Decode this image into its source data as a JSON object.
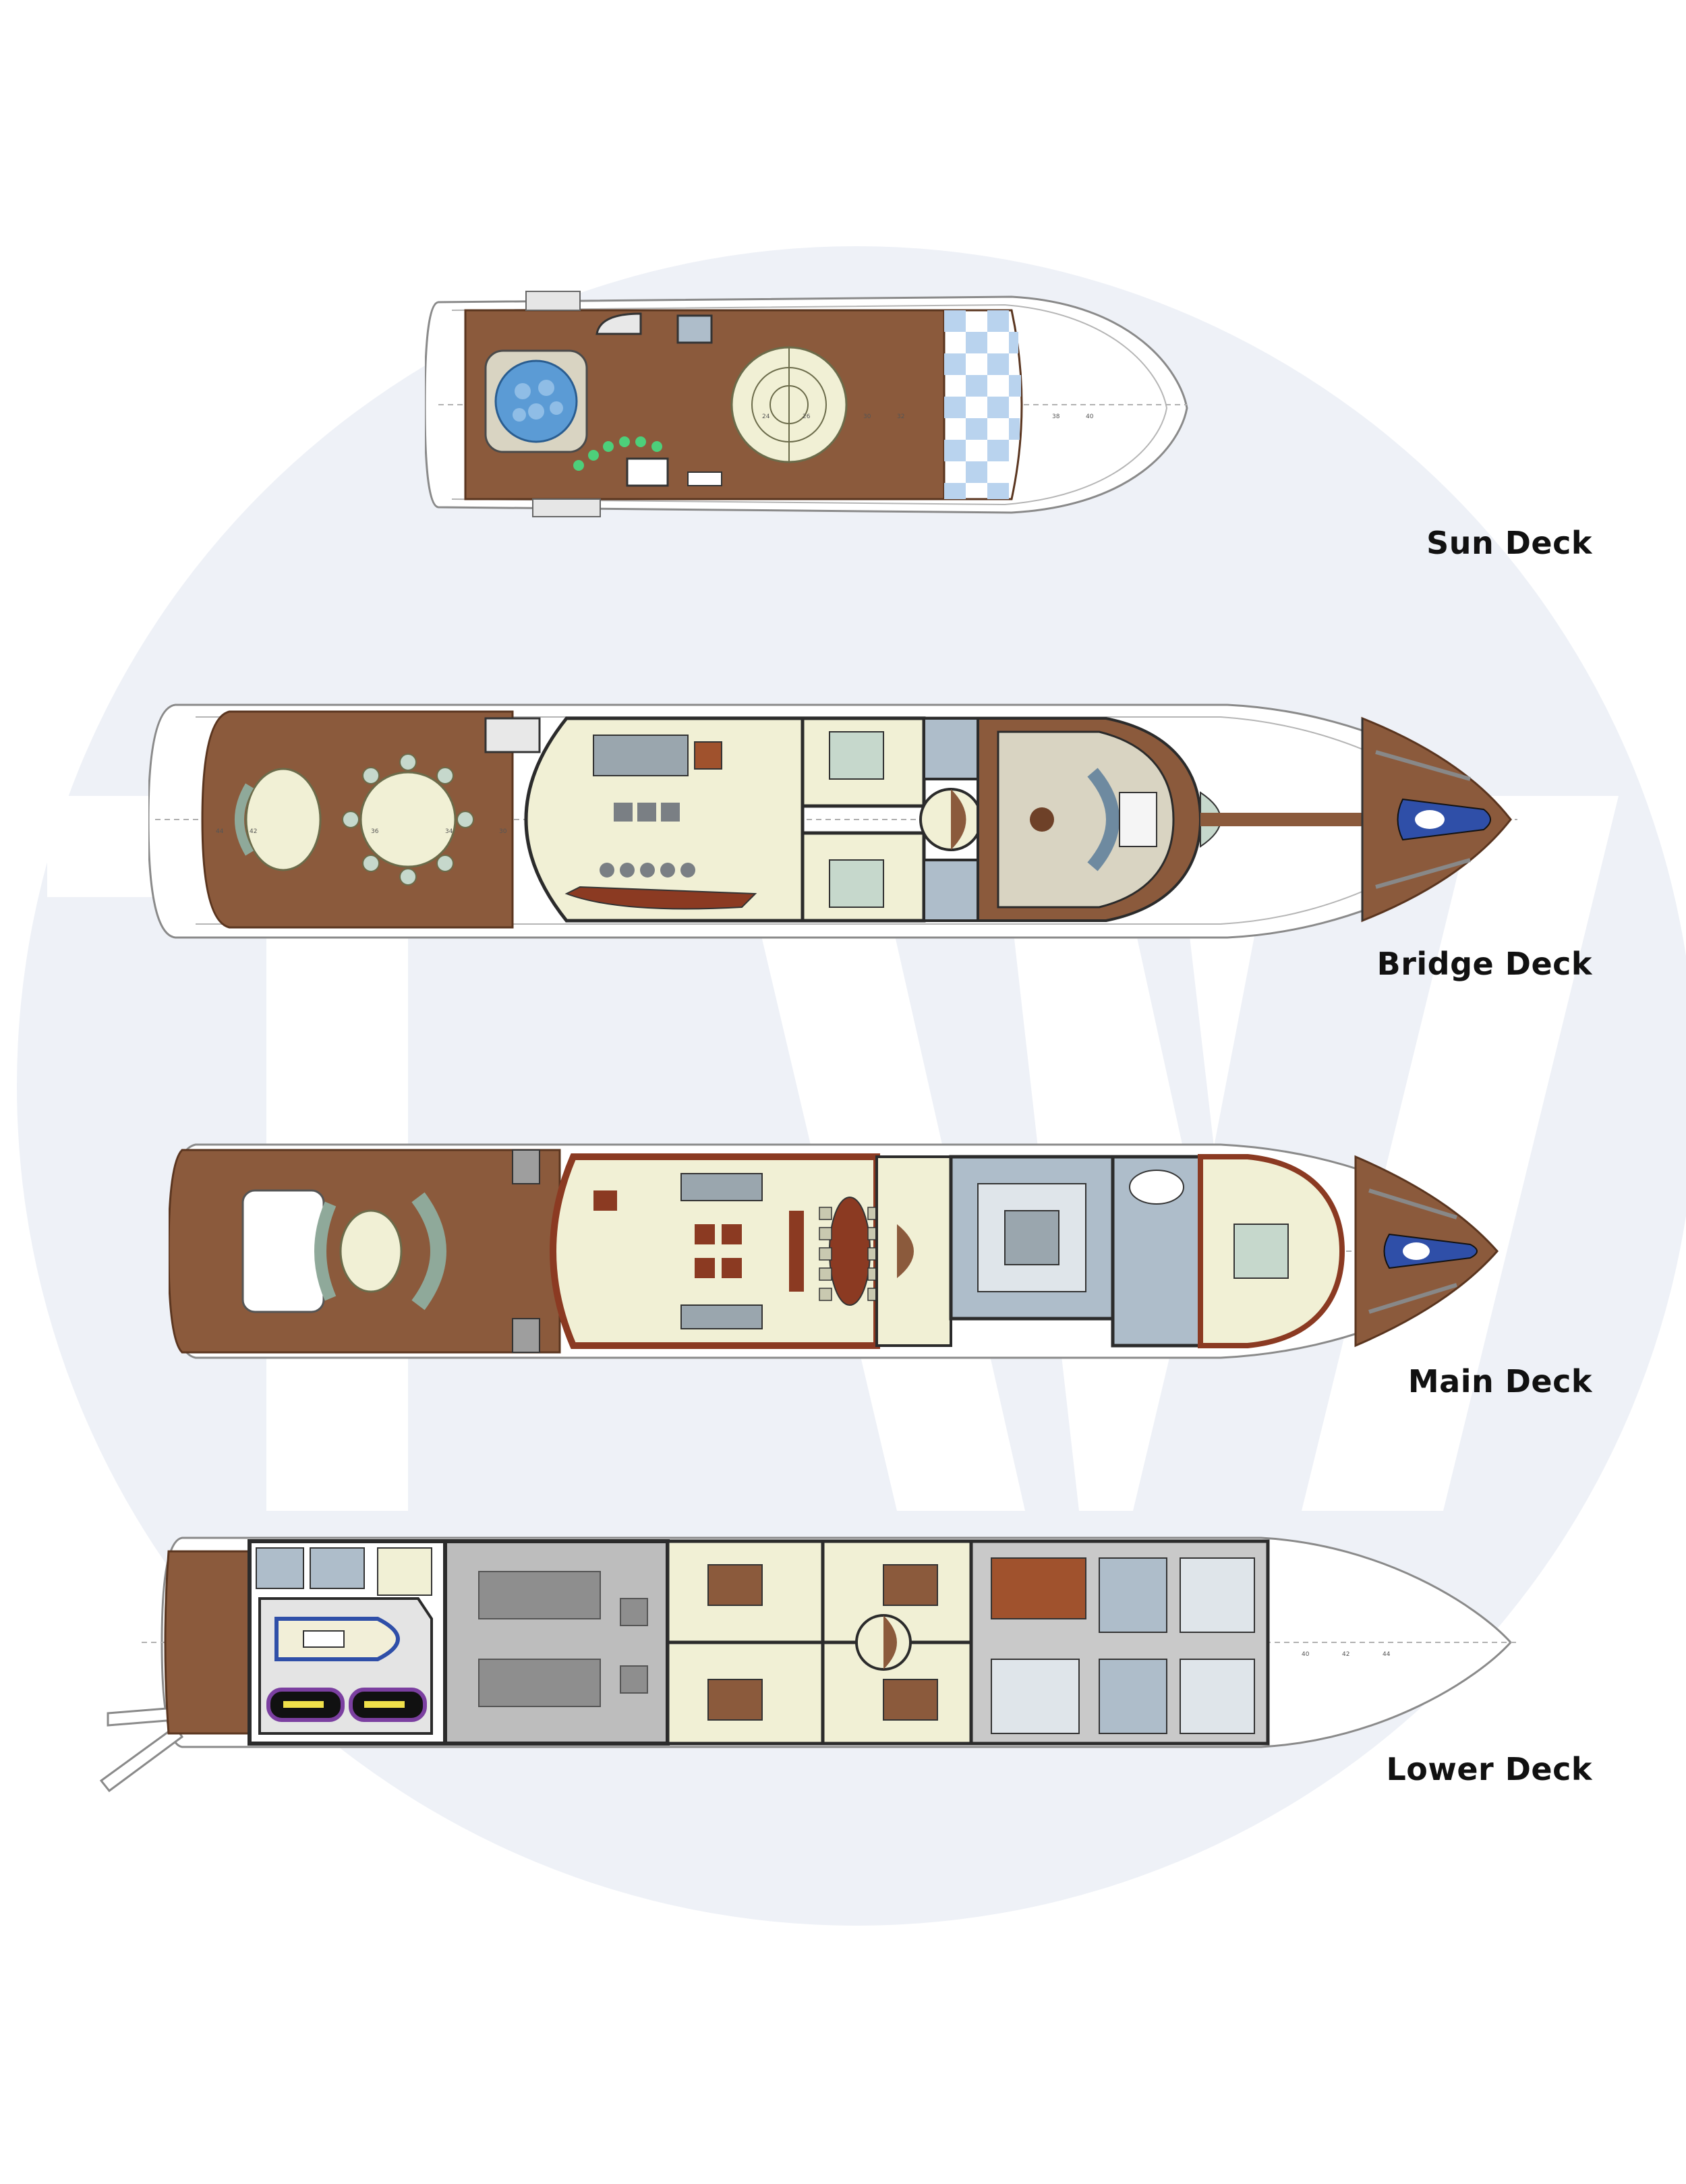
{
  "colors": {
    "teak": "#8b5a3c",
    "teak_dark": "#6e4128",
    "interior": "#f1f0d5",
    "hull_line": "#8a8a8a",
    "wall": "#2b2b2b",
    "bathroom": "#aebdca",
    "machinery": "#bdbdbd",
    "watermark": "#eef1f7",
    "tender_blue": "#2f4fa8",
    "jetski_purple": "#7b3fa0",
    "jacuzzi": "#5b9bd5",
    "label": "#111111"
  },
  "decks": [
    {
      "id": "sun",
      "label": "Sun Deck"
    },
    {
      "id": "bridge",
      "label": "Bridge Deck"
    },
    {
      "id": "main",
      "label": "Main Deck"
    },
    {
      "id": "lower",
      "label": "Lower Deck"
    }
  ]
}
